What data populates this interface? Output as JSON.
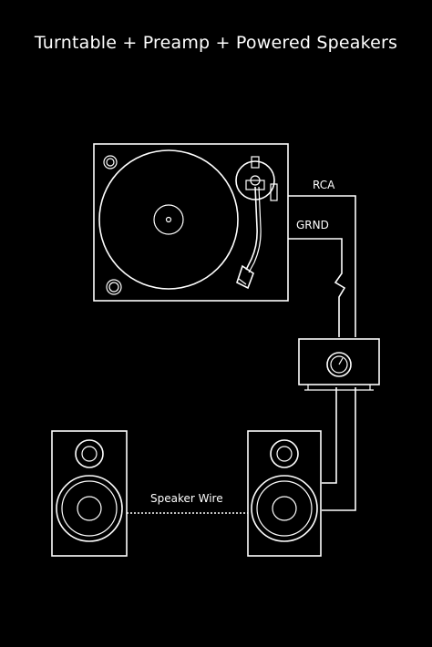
{
  "title": "Turntable + Preamp + Powered Speakers",
  "labels": {
    "rca": "RCA",
    "grnd": "GRND",
    "speaker_wire": "Speaker Wire"
  },
  "colors": {
    "background": "#000000",
    "line": "#ffffff"
  }
}
